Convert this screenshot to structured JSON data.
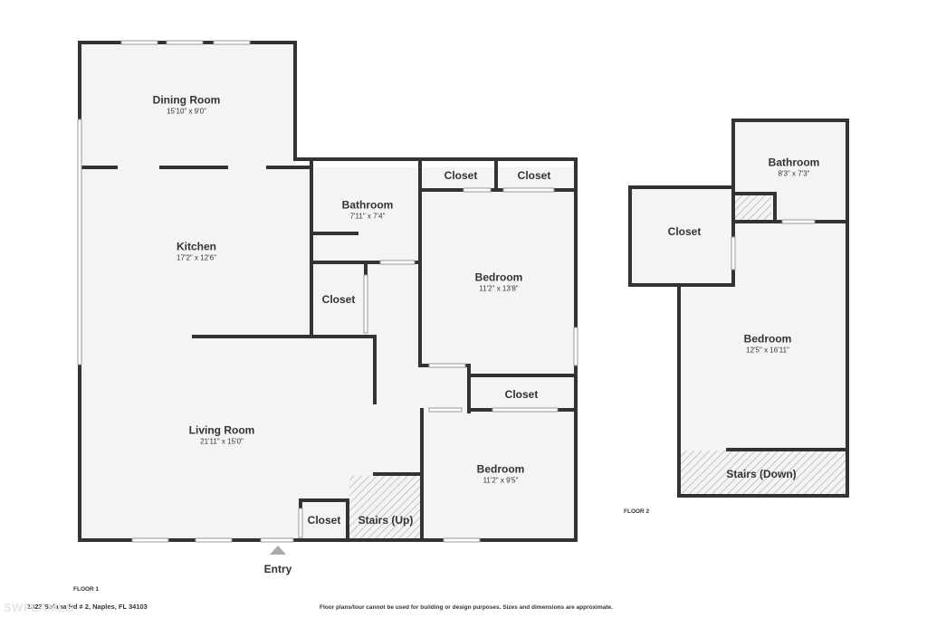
{
  "floor1": {
    "label": "FLOOR 1",
    "rooms": [
      {
        "name": "Dining Room",
        "dims": "15'10\" x 9'0\""
      },
      {
        "name": "Kitchen",
        "dims": "17'2\" x 12'6\""
      },
      {
        "name": "Bathroom",
        "dims": "7'11\" x 7'4\""
      },
      {
        "name": "Closet",
        "dims": ""
      },
      {
        "name": "Closet",
        "dims": ""
      },
      {
        "name": "Closet",
        "dims": ""
      },
      {
        "name": "Bedroom",
        "dims": "11'2\" x 13'8\""
      },
      {
        "name": "Closet",
        "dims": ""
      },
      {
        "name": "Living Room",
        "dims": "21'11\" x 15'0\""
      },
      {
        "name": "Bedroom",
        "dims": "11'2\" x 9'5\""
      },
      {
        "name": "Closet",
        "dims": ""
      },
      {
        "name": "Stairs (Up)",
        "dims": ""
      }
    ],
    "entry_label": "Entry"
  },
  "floor2": {
    "label": "FLOOR 2",
    "rooms": [
      {
        "name": "Bathroom",
        "dims": "8'3\" x 7'3\""
      },
      {
        "name": "Closet",
        "dims": ""
      },
      {
        "name": "Bedroom",
        "dims": "12'5\" x 16'11\""
      },
      {
        "name": "Stairs (Down)",
        "dims": ""
      }
    ]
  },
  "address": "1323 Solana Rd # 2, Naples, FL 34103",
  "disclaimer": "Floor plans/tour cannot be used for building or design purposes. Sizes and dimensions are approximate.",
  "watermark": "SWFLAMLS",
  "colors": {
    "wall": "#333333",
    "floor": "#f4f4f4",
    "stairs_hatch": "#b5b5b5"
  }
}
